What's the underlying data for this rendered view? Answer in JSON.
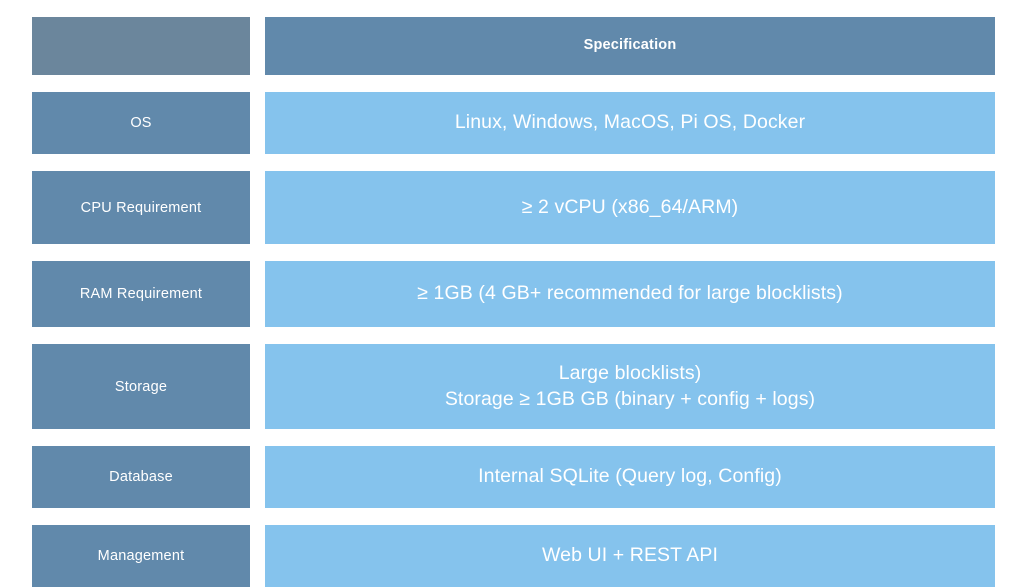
{
  "table": {
    "header": {
      "corner_label": "",
      "spec_label": "Specification"
    },
    "columns": [
      "",
      "Specification"
    ],
    "rows": [
      {
        "label": "OS",
        "spec": "Linux, Windows, MacOS, Pi OS, Docker"
      },
      {
        "label": "CPU Requirement",
        "spec": "≥ 2 vCPU (x86_64/ARM)"
      },
      {
        "label": "RAM Requirement",
        "spec": "≥ 1GB (4 GB+ recommended for large blocklists)"
      },
      {
        "label": "Storage",
        "spec_line1": "Large blocklists)",
        "spec_line2": "Storage ≥ 1GB GB (binary + config + logs)"
      },
      {
        "label": "Database",
        "spec": "Internal SQLite (Query log, Config)"
      },
      {
        "label": "Management",
        "spec": "Web UI + REST API"
      }
    ]
  },
  "colors": {
    "background": "#ffffff",
    "header_corner": "#6b869c",
    "header_spec": "#6189ab",
    "label_cell": "#6189ab",
    "spec_cell": "#85c3ed",
    "text": "#ffffff"
  }
}
